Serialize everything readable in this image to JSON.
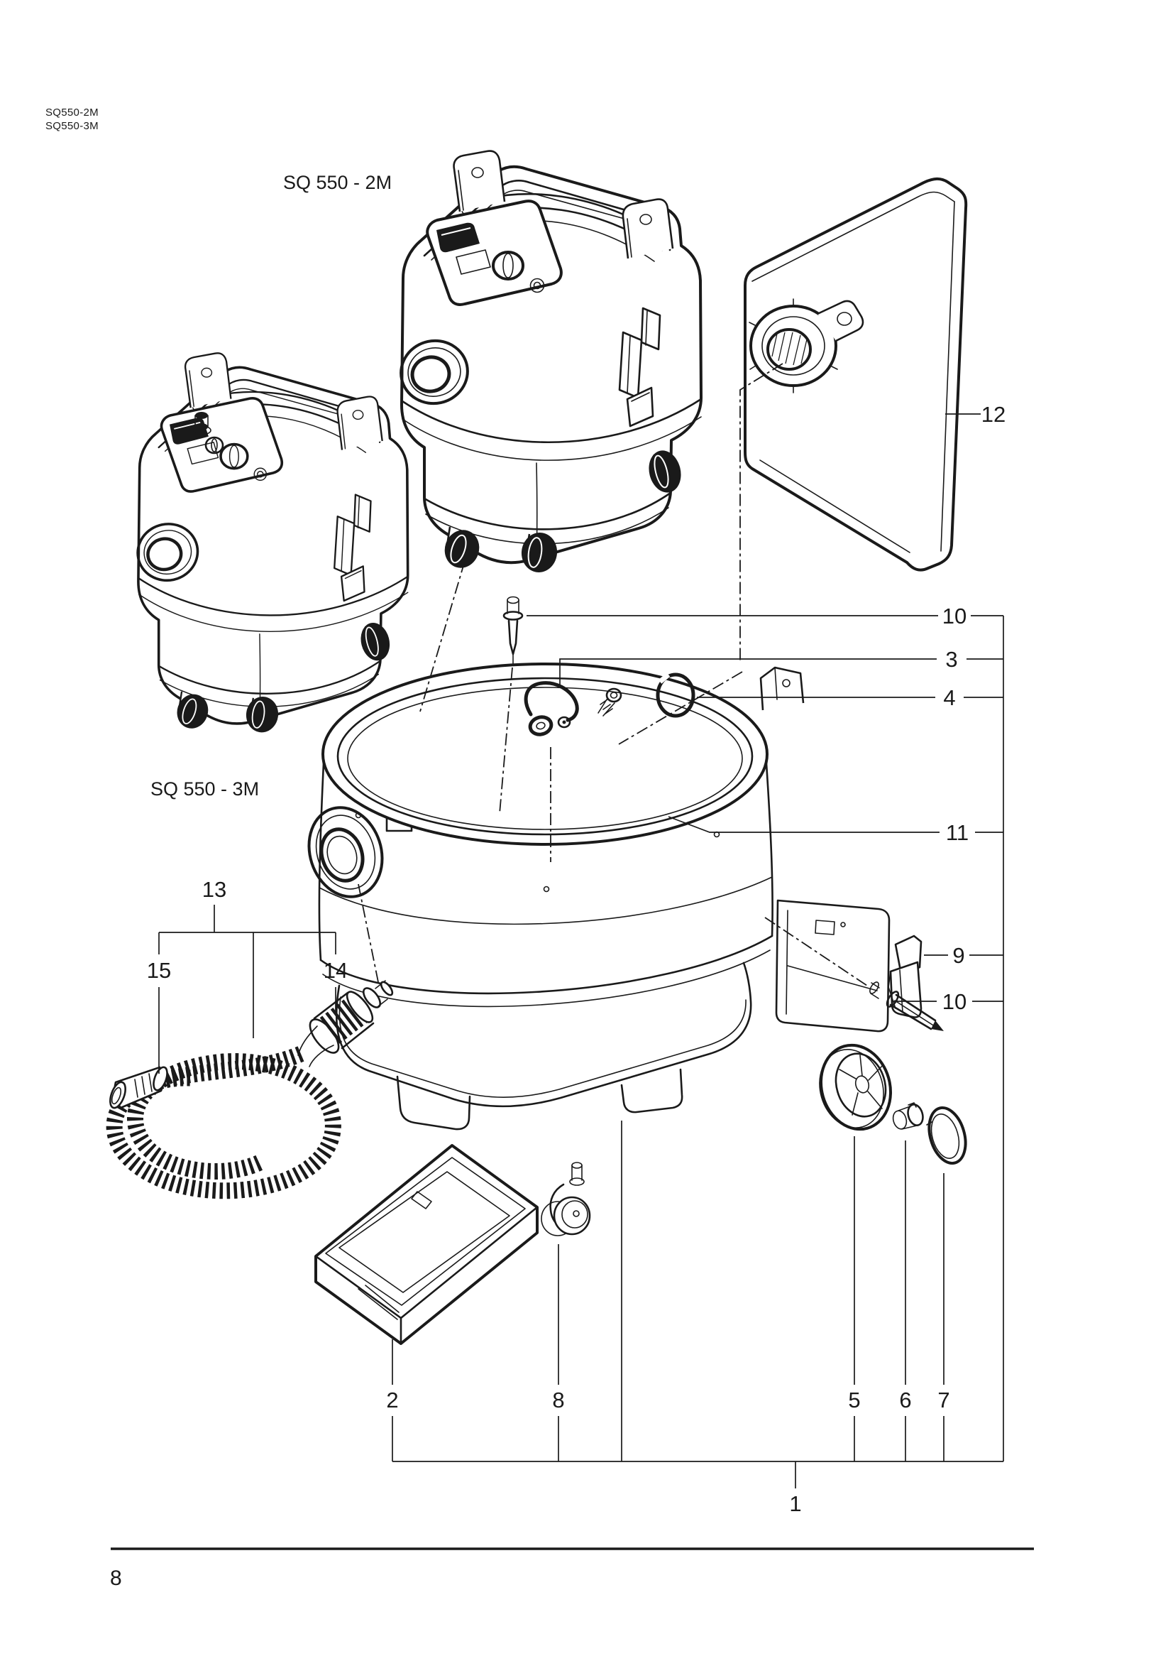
{
  "page": {
    "header_models": {
      "line1": "SQ550-2M",
      "line2": "SQ550-3M"
    },
    "page_number": "8"
  },
  "figure": {
    "model_label_top": "SQ 550 - 2M",
    "model_label_left": "SQ 550 - 3M",
    "callouts": {
      "c1": "1",
      "c2": "2",
      "c3": "3",
      "c4": "4",
      "c5": "5",
      "c6": "6",
      "c7": "7",
      "c8": "8",
      "c9": "9",
      "c10_top": "10",
      "c10_side": "10",
      "c11": "11",
      "c12": "12",
      "c13": "13",
      "c14": "14",
      "c15": "15"
    }
  }
}
